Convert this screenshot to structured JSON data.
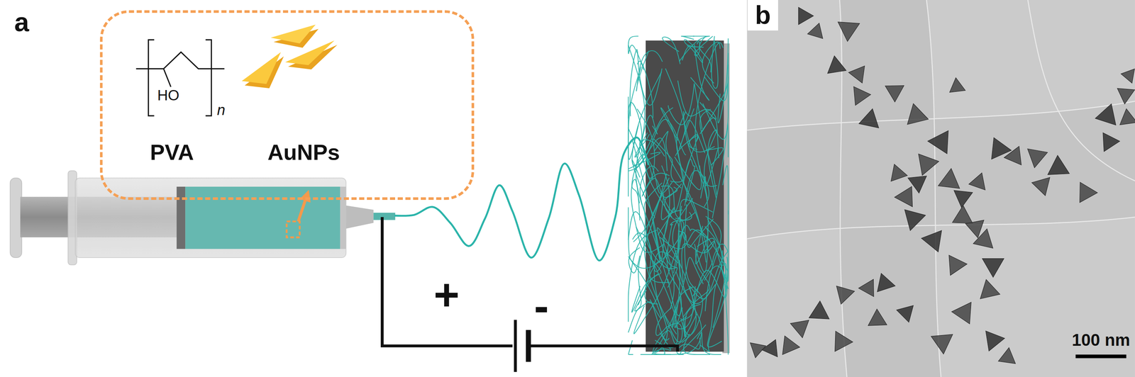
{
  "diagram": {
    "nodes": [
      {
        "text": [
          "HO",
          "n",
          "PVA",
          "AuNPs"
        ]
      }
    ],
    "labels": [
      "a",
      "+",
      "-",
      "b",
      "100 nm"
    ]
  }
}
